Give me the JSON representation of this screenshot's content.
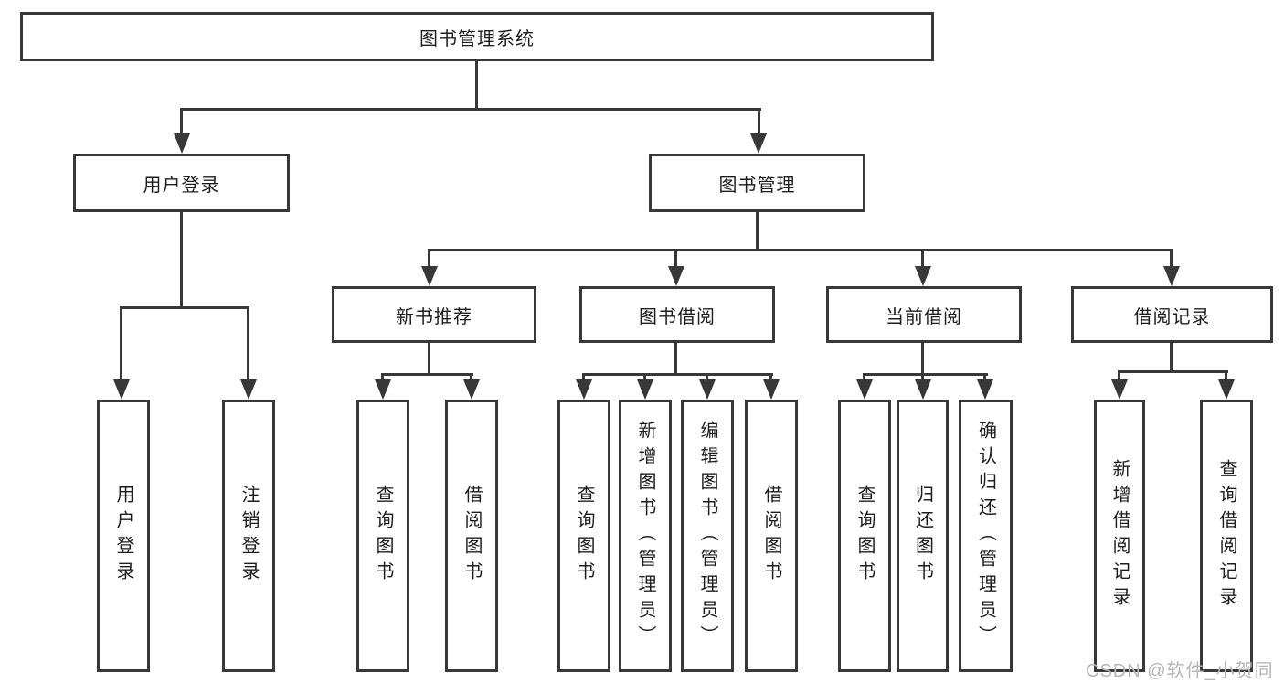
{
  "diagram": {
    "type": "tree",
    "root": {
      "label": "图书管理系统"
    },
    "level2": {
      "user_login": {
        "label": "用户登录"
      },
      "book_mgmt": {
        "label": "图书管理"
      }
    },
    "level3": {
      "new_book_rec": {
        "label": "新书推荐"
      },
      "book_borrow": {
        "label": "图书借阅"
      },
      "current_borrow": {
        "label": "当前借阅"
      },
      "borrow_record": {
        "label": "借阅记录"
      }
    },
    "leaves": {
      "user_login_leaf": {
        "label": "用户登录"
      },
      "logout_leaf": {
        "label": "注销登录"
      },
      "nbr_query": {
        "label": "查询图书"
      },
      "nbr_borrow": {
        "label": "借阅图书"
      },
      "bb_query": {
        "label": "查询图书"
      },
      "bb_add": {
        "label": "新增图书（管理员）"
      },
      "bb_edit": {
        "label": "编辑图书（管理员）"
      },
      "bb_borrow": {
        "label": "借阅图书"
      },
      "cb_query": {
        "label": "查询图书"
      },
      "cb_return": {
        "label": "归还图书"
      },
      "cb_confirm": {
        "label": "确认归还（管理员）"
      },
      "br_add": {
        "label": "新增借阅记录"
      },
      "br_query": {
        "label": "查询借阅记录"
      }
    },
    "hierarchy": {
      "图书管理系统": {
        "用户登录": [
          "用户登录",
          "注销登录"
        ],
        "图书管理": {
          "新书推荐": [
            "查询图书",
            "借阅图书"
          ],
          "图书借阅": [
            "查询图书",
            "新增图书（管理员）",
            "编辑图书（管理员）",
            "借阅图书"
          ],
          "当前借阅": [
            "查询图书",
            "归还图书",
            "确认归还（管理员）"
          ],
          "借阅记录": [
            "新增借阅记录",
            "查询借阅记录"
          ]
        }
      }
    }
  },
  "watermark": {
    "text": "CSDN @软件_小贺同学",
    "color": "#b6b6b6"
  },
  "colors": {
    "line": "#383838",
    "text": "#1d1d1d",
    "background": "#ffffff"
  }
}
